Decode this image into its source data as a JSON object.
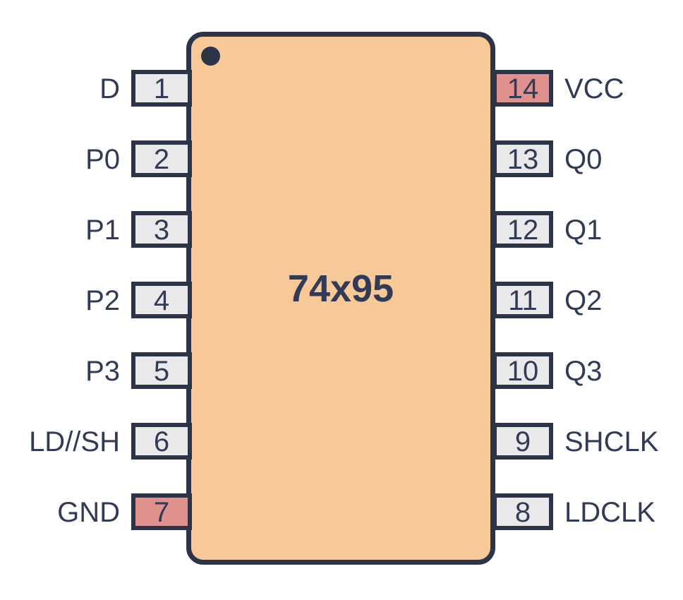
{
  "chip": {
    "label": "74x95",
    "package_sides": 2,
    "pin_count": 14
  },
  "colors": {
    "background": "#FFFFFF",
    "chip_body": "#F8C998",
    "outline": "#2E3447",
    "pin_default": "#E9E9EC",
    "pin_power": "#E0908D",
    "text": "#333B54"
  },
  "icons": {
    "pin1_indicator": "filled-circle"
  },
  "pins": {
    "left": [
      {
        "number": "1",
        "label": "D",
        "power": false
      },
      {
        "number": "2",
        "label": "P0",
        "power": false
      },
      {
        "number": "3",
        "label": "P1",
        "power": false
      },
      {
        "number": "4",
        "label": "P2",
        "power": false
      },
      {
        "number": "5",
        "label": "P3",
        "power": false
      },
      {
        "number": "6",
        "label": "LD//SH",
        "power": false
      },
      {
        "number": "7",
        "label": "GND",
        "power": true
      }
    ],
    "right": [
      {
        "number": "14",
        "label": "VCC",
        "power": true
      },
      {
        "number": "13",
        "label": "Q0",
        "power": false
      },
      {
        "number": "12",
        "label": "Q1",
        "power": false
      },
      {
        "number": "11",
        "label": "Q2",
        "power": false
      },
      {
        "number": "10",
        "label": "Q3",
        "power": false
      },
      {
        "number": "9",
        "label": "SHCLK",
        "power": false
      },
      {
        "number": "8",
        "label": "LDCLK",
        "power": false
      }
    ]
  }
}
